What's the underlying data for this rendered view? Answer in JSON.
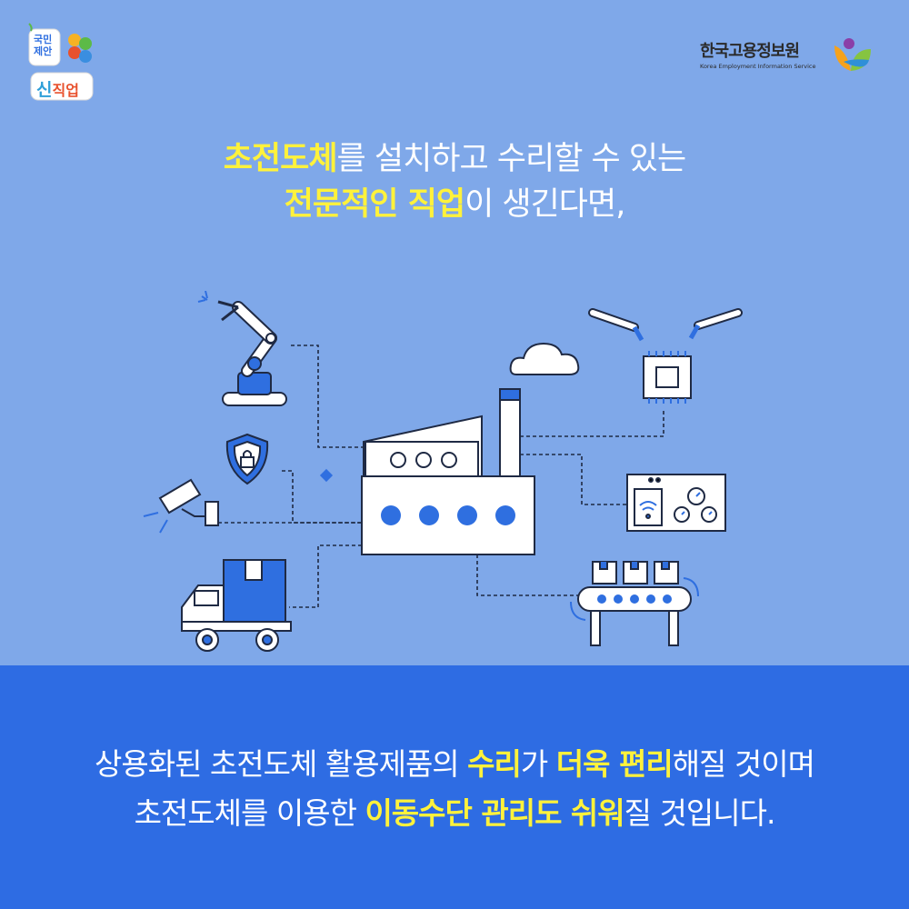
{
  "brand_left": {
    "line1": "국민",
    "line2": "제안",
    "line3_a": "신",
    "line3_b": "직업"
  },
  "brand_right": {
    "name": "한국고용정보원",
    "name_en": "Korea Employment Information Service"
  },
  "headline": {
    "line1_highlight": "초전도체",
    "line1_rest": "를 설치하고 수리할 수 있는",
    "line2_highlight": "전문적인 직업",
    "line2_rest": "이 생긴다면,"
  },
  "bottom": {
    "line1_a": "상용화된 초전도체 활용제품의 ",
    "line1_hl1": "수리",
    "line1_b": "가 ",
    "line1_hl2": "더욱 편리",
    "line1_c": "해질 것이며",
    "line2_a": "초전도체를 이용한 ",
    "line2_hl": "이동수단 관리도 쉬워",
    "line2_b": "질 것입니다."
  },
  "colors": {
    "background": "#7fa8e9",
    "bottom_band": "#2e6ce3",
    "highlight": "#fff23b",
    "accent_blue": "#2f6fe0"
  },
  "icons": [
    "robot-arm-icon",
    "cloud-icon",
    "chip-icon",
    "shield-lock-icon",
    "cctv-camera-icon",
    "factory-icon",
    "control-panel-icon",
    "delivery-truck-icon",
    "conveyor-belt-icon"
  ]
}
